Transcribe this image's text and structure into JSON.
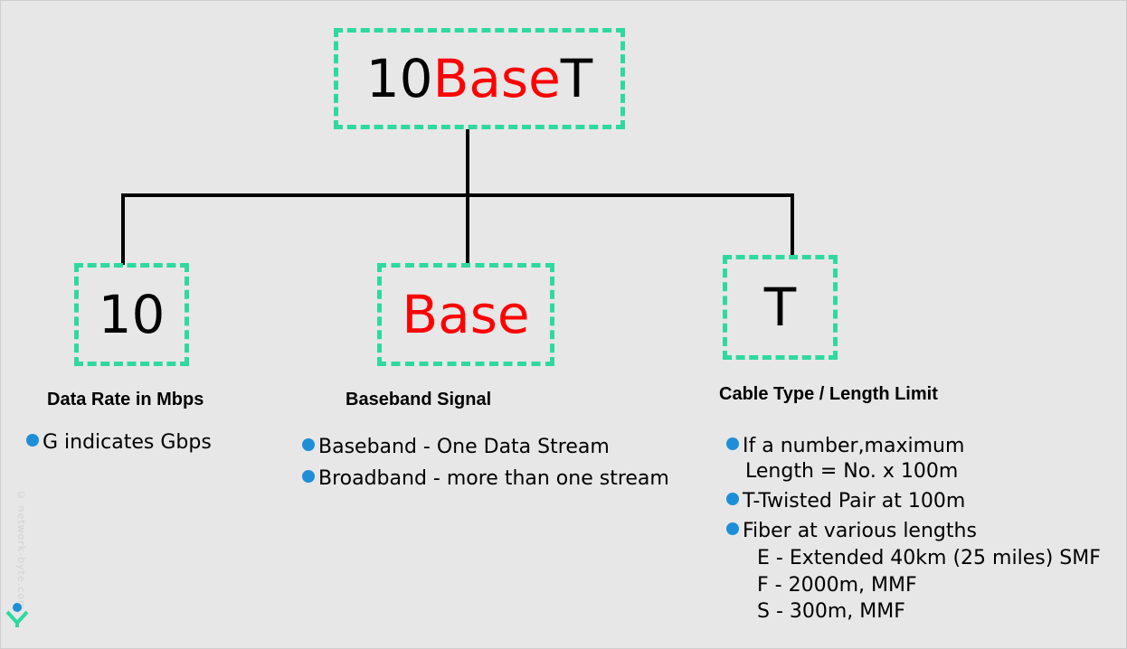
{
  "title": {
    "part1": "10",
    "part2": "Base",
    "part3": "T"
  },
  "boxes": {
    "rate": "10",
    "base": "Base",
    "type": "T"
  },
  "headings": {
    "rate": "Data Rate in Mbps",
    "base": "Baseband Signal",
    "type": "Cable Type / Length Limit"
  },
  "rate_items": [
    "G indicates Gbps"
  ],
  "base_items": [
    "Baseband - One Data Stream",
    "Broadband - more than one stream"
  ],
  "type_items": {
    "item1_line1": "If a number,maximum",
    "item1_line2": "Length = No. x 100m",
    "item2": "T-Twisted Pair at 100m",
    "item3": "Fiber at various lengths",
    "sub1": "E - Extended 40km (25 miles) SMF",
    "sub2": "F - 2000m, MMF",
    "sub3": "S - 300m, MMF"
  },
  "watermark": "© network-byte.com",
  "colors": {
    "accent_border": "#2ed9a0",
    "highlight": "#ff0000",
    "bullet": "#1e8fd6"
  }
}
